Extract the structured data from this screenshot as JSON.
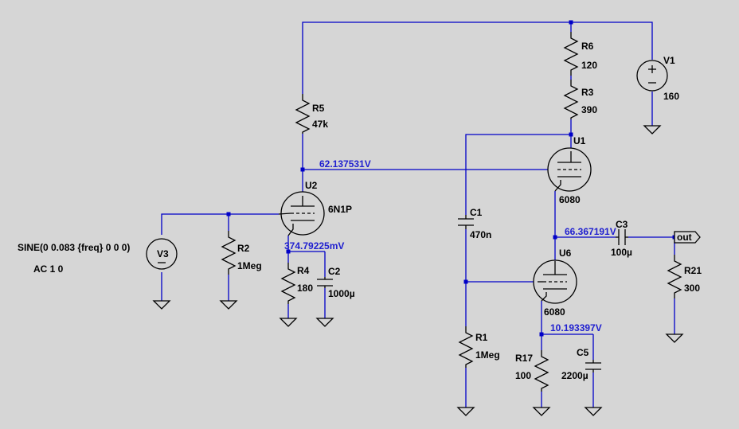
{
  "components": {
    "r5": {
      "name": "R5",
      "value": "47k"
    },
    "r6": {
      "name": "R6",
      "value": "120"
    },
    "r3": {
      "name": "R3",
      "value": "390"
    },
    "v1": {
      "name": "V1",
      "value": "160"
    },
    "u1": {
      "name": "U1",
      "value": "6080"
    },
    "u2": {
      "name": "U2",
      "value": "6N1P"
    },
    "u6": {
      "name": "U6",
      "value": "6080"
    },
    "v3": {
      "name": "V3",
      "value": "SINE(0 0.083 {freq} 0 0 0)",
      "ac": "AC 1 0"
    },
    "r2": {
      "name": "R2",
      "value": "1Meg"
    },
    "r4": {
      "name": "R4",
      "value": "180"
    },
    "c2": {
      "name": "C2",
      "value": "1000µ"
    },
    "c1": {
      "name": "C1",
      "value": "470n"
    },
    "r1": {
      "name": "R1",
      "value": "1Meg"
    },
    "c3": {
      "name": "C3",
      "value": "100µ"
    },
    "r21": {
      "name": "R21",
      "value": "300"
    },
    "r17": {
      "name": "R17",
      "value": "100"
    },
    "c5": {
      "name": "C5",
      "value": "2200µ"
    }
  },
  "net_labels": {
    "out": "out"
  },
  "voltages": {
    "u2_plate": "62.137531V",
    "u2_cathode": "374.79225mV",
    "u6_plate": "66.367191V",
    "u6_cathode": "10.193397V"
  }
}
